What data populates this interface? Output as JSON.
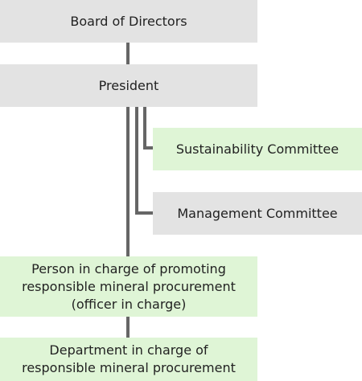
{
  "org_chart": {
    "board": "Board of Directors",
    "president": "President",
    "sustainability_committee": "Sustainability Committee",
    "management_committee": "Management Committee",
    "officer": {
      "line1": "Person in charge of promoting",
      "line2": "responsible mineral procurement",
      "line3": "(officer in charge)"
    },
    "department": {
      "line1": "Department in charge of",
      "line2": "responsible mineral procurement"
    }
  },
  "colors": {
    "gray_box": "#e3e3e3",
    "green_box": "#dff5d6",
    "connector": "#666666"
  }
}
